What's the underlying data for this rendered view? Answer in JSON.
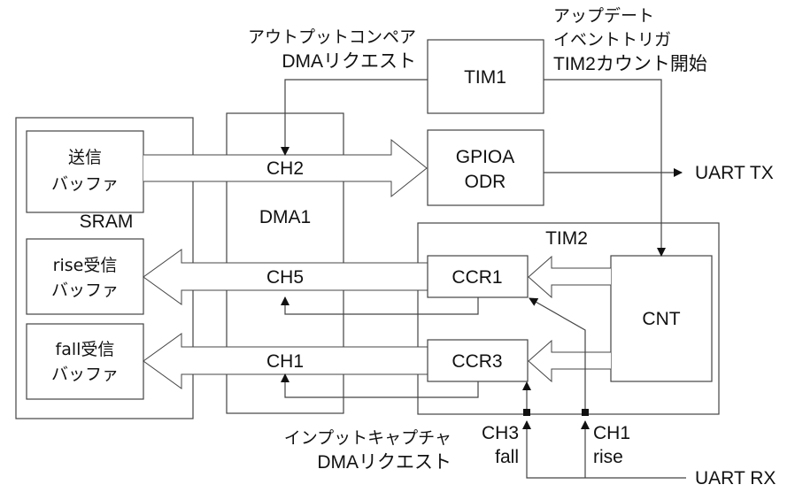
{
  "blocks": {
    "sram": "SRAM",
    "tx_buffer": [
      "送信",
      "バッファ"
    ],
    "rise_buffer": [
      "rise受信",
      "バッファ"
    ],
    "fall_buffer": [
      "fall受信",
      "バッファ"
    ],
    "dma": "DMA1",
    "dma_channels": {
      "ch2": "CH2",
      "ch5": "CH5",
      "ch1": "CH1"
    },
    "tim1": "TIM1",
    "gpioa": [
      "GPIOA",
      "ODR"
    ],
    "tim2": "TIM2",
    "ccr1": "CCR1",
    "ccr3": "CCR3",
    "cnt": "CNT"
  },
  "labels": {
    "output_compare": [
      "アウトプットコンペア",
      "DMAリクエスト"
    ],
    "update_event": [
      "アップデート",
      "イベントトリガ",
      "TIM2カウント開始"
    ],
    "input_capture": [
      "インプットキャプチャ",
      "DMAリクエスト"
    ],
    "uart_tx": "UART TX",
    "uart_rx": "UART RX",
    "ch3_fall": [
      "CH3",
      "fall"
    ],
    "ch1_rise": [
      "CH1",
      "rise"
    ]
  }
}
